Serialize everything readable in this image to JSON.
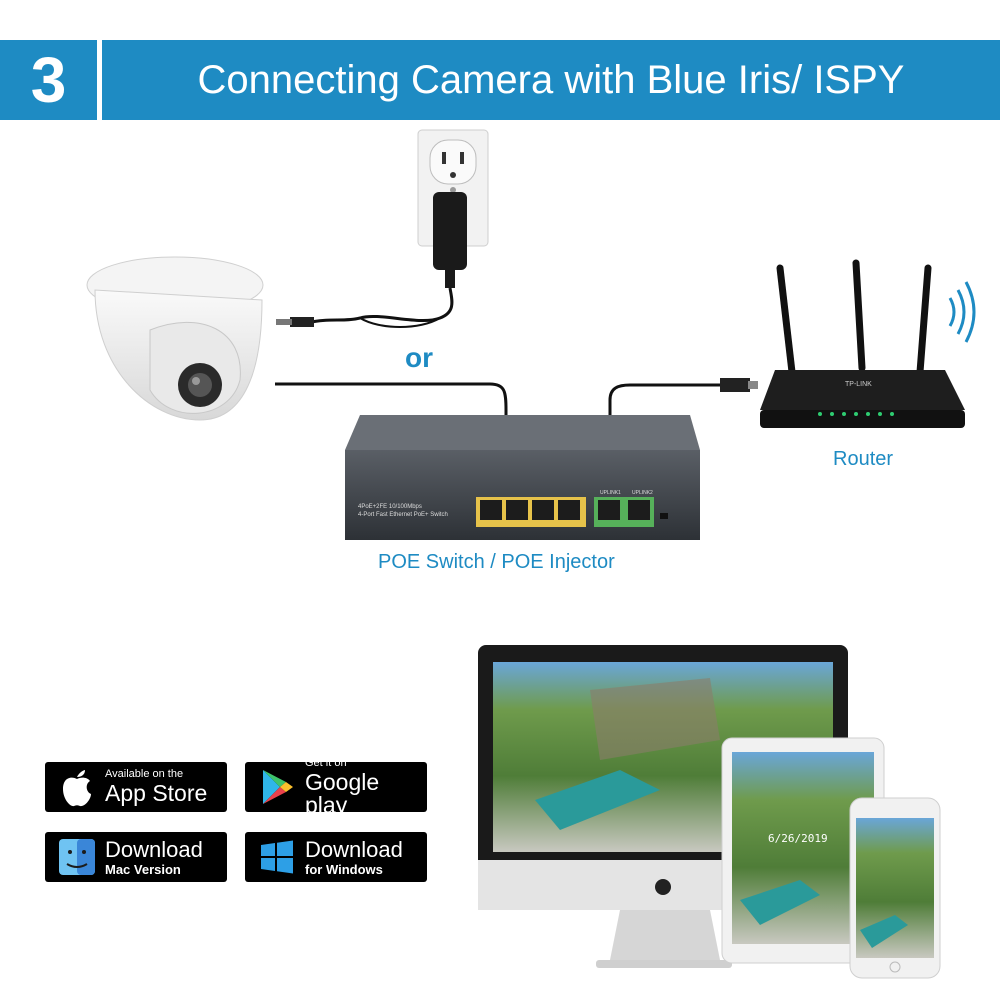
{
  "header": {
    "step_number": "3",
    "title": "Connecting Camera with Blue Iris/ ISPY"
  },
  "diagram": {
    "or_label": "or",
    "router_label": "Router",
    "poe_label": "POE Switch / POE Injector",
    "switch_model": "4PoE+2FE 10/100Mbps",
    "switch_desc": "4-Port Fast Ethernet PoE+ Switch",
    "uplink1": "UPLINK1",
    "uplink2": "UPLINK2",
    "router_brand": "TP-LINK",
    "monitor_date": "6/26/2019"
  },
  "badges": {
    "app_store": {
      "small": "Available on the",
      "big": "App Store"
    },
    "google_play": {
      "small": "Get it on",
      "big": "Google play"
    },
    "mac": {
      "big": "Download",
      "sub": "Mac Version"
    },
    "windows": {
      "big": "Download",
      "sub": "for Windows"
    }
  },
  "colors": {
    "accent": "#1e8bc3",
    "badge_bg": "#000000"
  }
}
